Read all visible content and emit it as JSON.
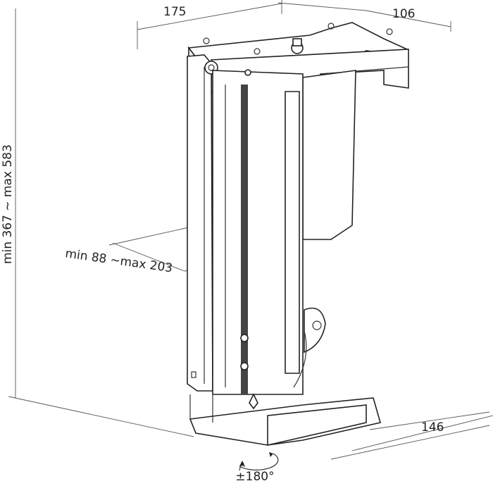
{
  "dimensions": {
    "width_top": "175",
    "depth_top": "106",
    "height_range": "min 367 ~ max 583",
    "width_range": "min 88 ~max 203",
    "base_depth": "146"
  },
  "rotation": {
    "label": "±180°",
    "icon": "rotate-arrows-icon"
  }
}
